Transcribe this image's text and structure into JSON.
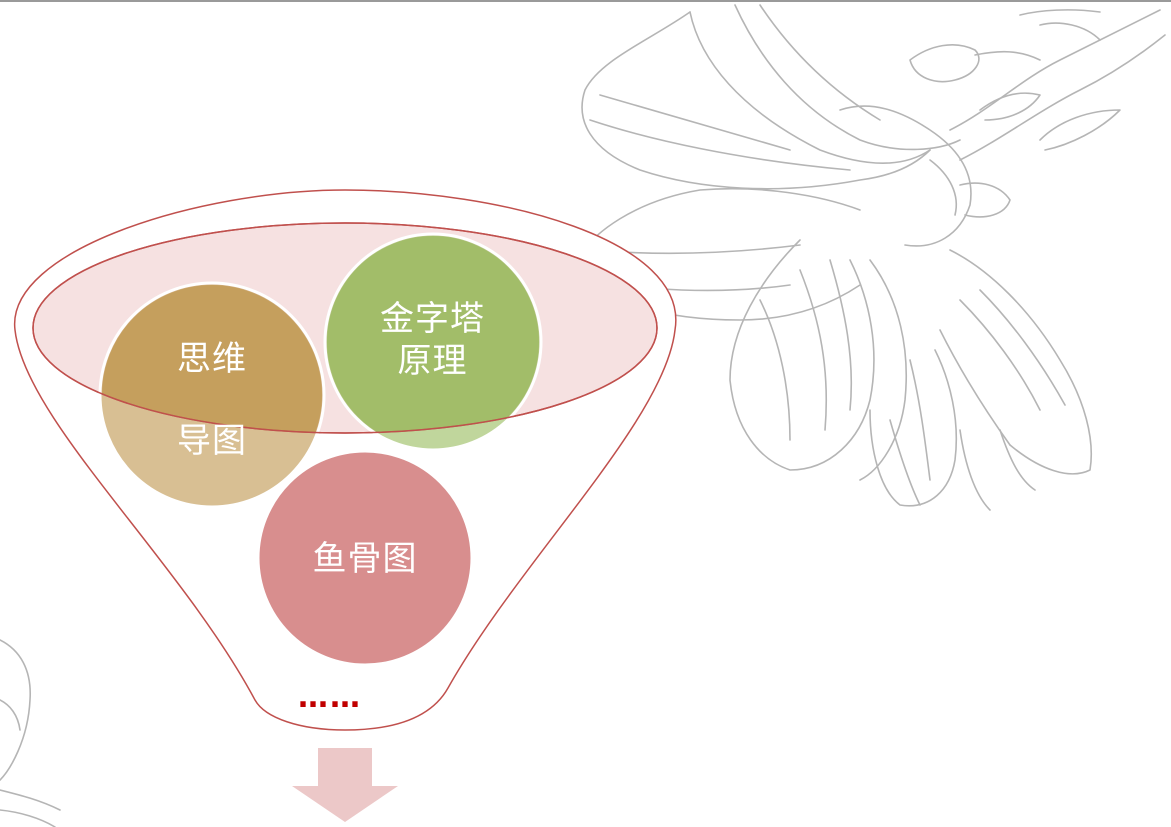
{
  "diagram": {
    "circles": [
      {
        "id": "mind-map",
        "label_line1": "思维",
        "label_line2": "导图"
      },
      {
        "id": "pyramid",
        "label_line1": "金字塔",
        "label_line2": "原理"
      },
      {
        "id": "fishbone",
        "label": "鱼骨图"
      }
    ],
    "ellipsis": "……"
  }
}
